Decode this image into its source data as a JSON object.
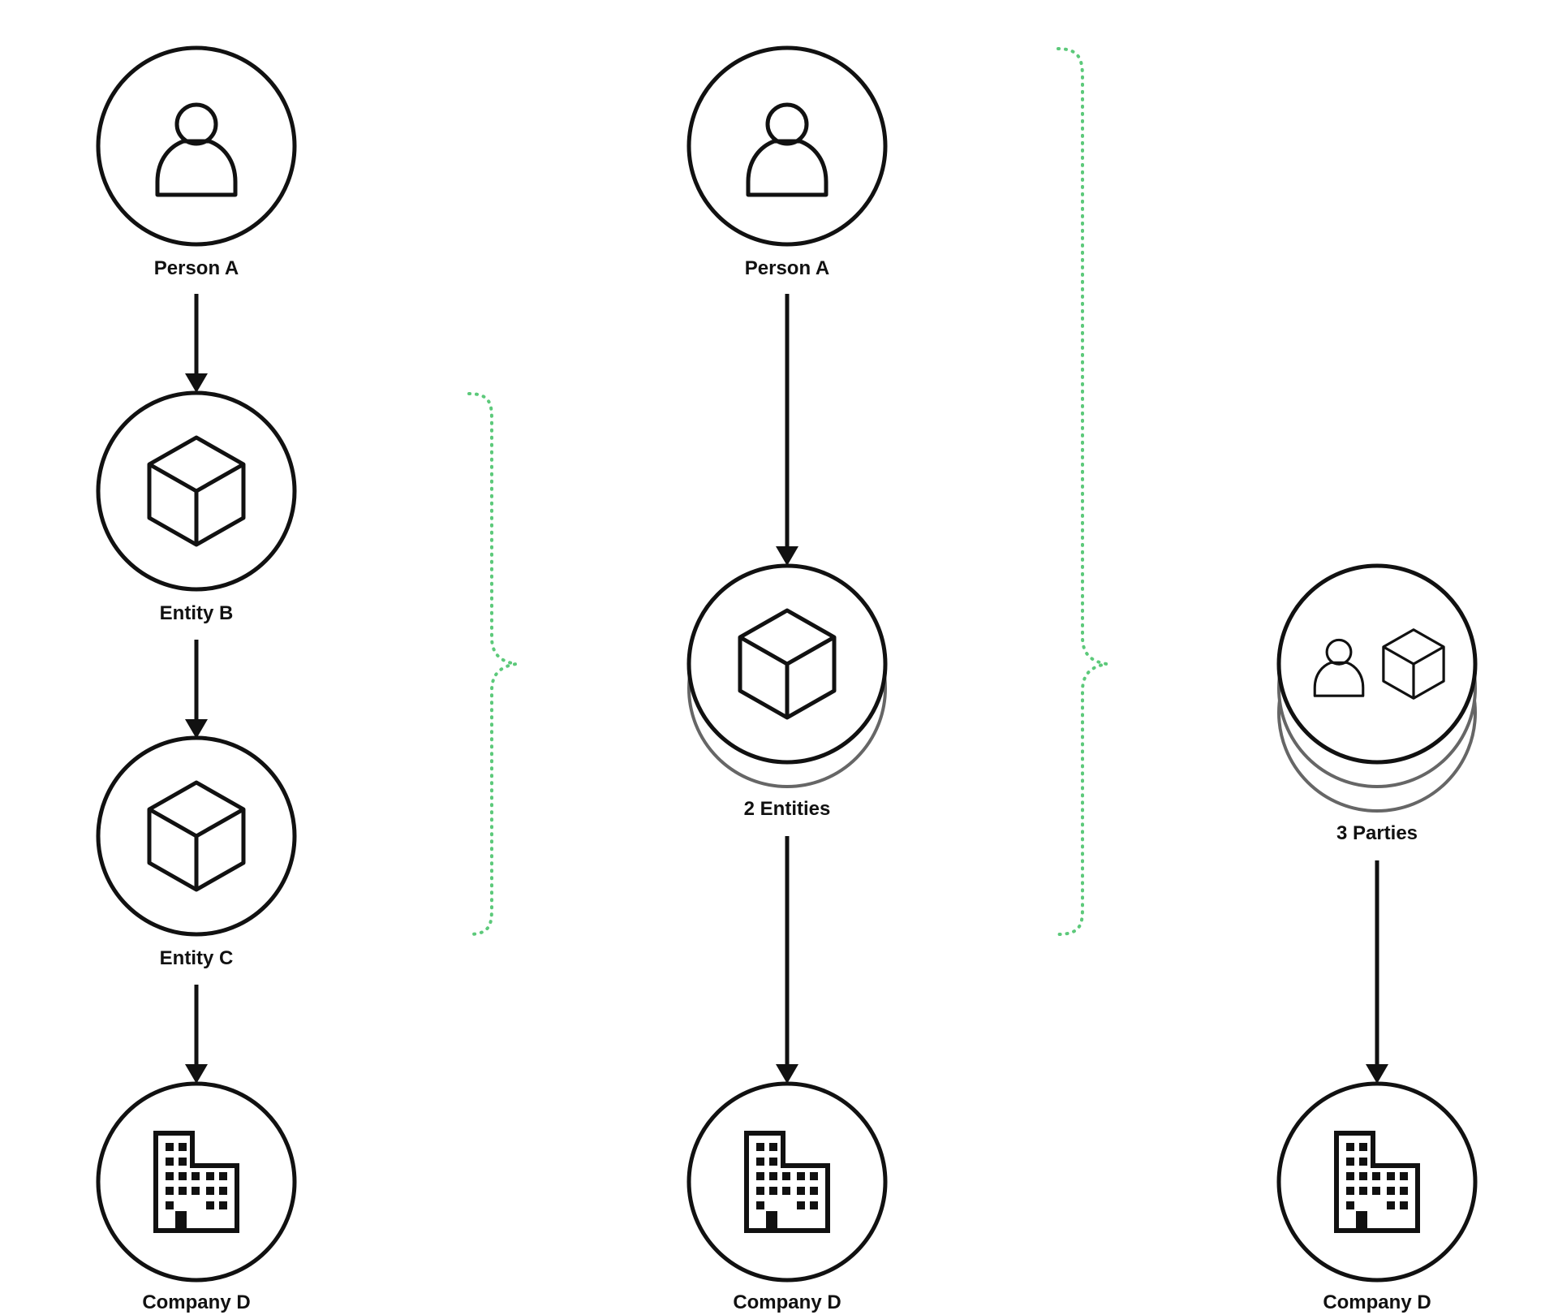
{
  "columns": [
    {
      "nodes": [
        {
          "label": "Person A",
          "icon": "person-icon"
        },
        {
          "label": "Entity B",
          "icon": "cube-icon"
        },
        {
          "label": "Entity C",
          "icon": "cube-icon"
        },
        {
          "label": "Company D",
          "icon": "building-icon"
        }
      ]
    },
    {
      "nodes": [
        {
          "label": "Person A",
          "icon": "person-icon"
        },
        {
          "label": "2 Entities",
          "icon": "cube-icon",
          "stack_count": 2
        },
        {
          "label": "Company D",
          "icon": "building-icon"
        }
      ]
    },
    {
      "nodes": [
        {
          "label": "3 Parties",
          "icon": "person-and-cube-icon",
          "stack_count": 3
        },
        {
          "label": "Company D",
          "icon": "building-icon"
        }
      ]
    }
  ],
  "colors": {
    "stroke": "#111111",
    "stack_shadow": "#666666",
    "brace": "#5cc97a",
    "background": "#ffffff"
  }
}
